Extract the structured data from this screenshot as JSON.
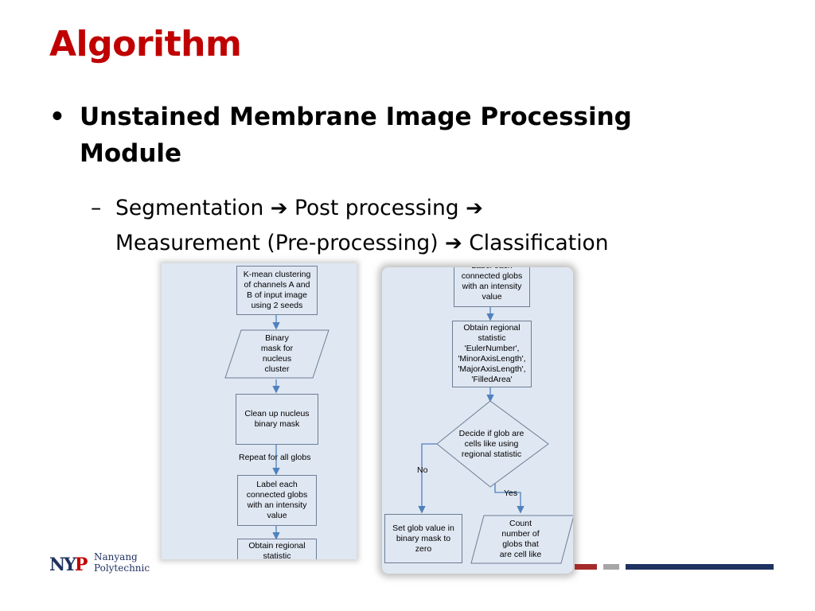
{
  "slide": {
    "title": "Algorithm",
    "bullet1": "Unstained Membrane Image Processing Module",
    "bullet1_marker": "•",
    "bullet2_marker": "–",
    "bullet2_steps": [
      "Segmentation",
      "Post processing",
      "Measurement (Pre-processing)",
      "Classification"
    ],
    "arrow_glyph": "➔"
  },
  "flowchart_left": {
    "kmeans": "K-mean clustering\nof channels A and\nB of input image\nusing 2 seeds",
    "binary_mask": "Binary\nmask for\nnucleus\ncluster",
    "cleanup": "Clean up nucleus\nbinary mask",
    "repeat_label": "Repeat for all globs",
    "label_each": "Label each\nconnected globs\nwith an intensity\nvalue",
    "obtain": "Obtain regional\nstatistic"
  },
  "flowchart_right": {
    "top_box": "Label each\nconnected globs\nwith an intensity\nvalue",
    "obtain_stats": "Obtain regional\nstatistic\n'EulerNumber',\n'MinorAxisLength',\n'MajorAxisLength',\n'FilledArea'",
    "decision": "Decide if glob are\ncells like using\nregional statistic",
    "no_label": "No",
    "yes_label": "Yes",
    "set_zero": "Set glob value in\nbinary mask to\nzero",
    "count": "Count\nnumber of\nglobs that\nare cell like"
  },
  "logo": {
    "mark_n": "N",
    "mark_y": "Y",
    "mark_p": "P",
    "line1": "Nanyang",
    "line2": "Polytechnic"
  },
  "colors": {
    "title": "#c00000",
    "panel_bg": "#dfe7f2",
    "box_border": "#6c7e95",
    "arrow": "#4f81bd",
    "deco_red": "#a52a2a",
    "deco_gray": "#a6a6a6",
    "deco_navy": "#1f3261"
  }
}
